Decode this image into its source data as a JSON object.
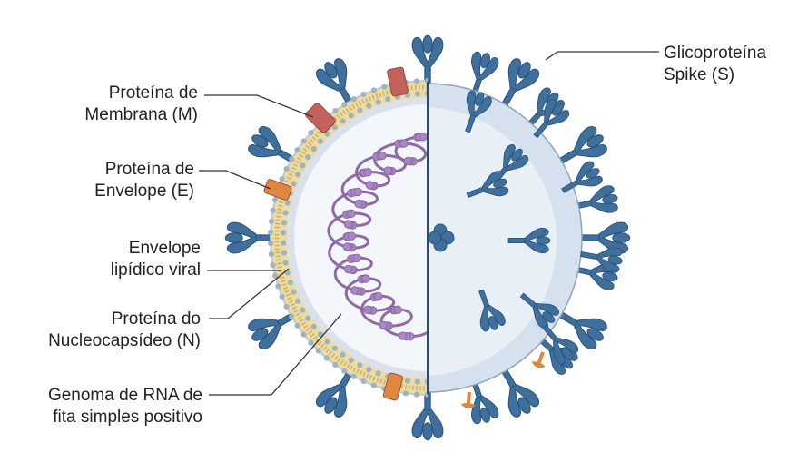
{
  "labels": {
    "membrane_1": "Proteína de",
    "membrane_2": "Membrana (M)",
    "envelope_1": "Proteína de",
    "envelope_2": "Envelope (E)",
    "lipid_1": "Envelope",
    "lipid_2": "lipídico viral",
    "nucleo_1": "Proteína do",
    "nucleo_2": "Nucleocapsídeo (N)",
    "genome_1": "Genoma de RNA de",
    "genome_2": "fita simples positivo",
    "spike_1": "Glicoproteína",
    "spike_2": "Spike (S)"
  },
  "colors": {
    "spike": "#3f6f9c",
    "spike_dark": "#2c5478",
    "membrane_protein": "#c2625a",
    "envelope_protein": "#e0873f",
    "lipid_head": "#eedb9e",
    "lipid_tail": "#c8b070",
    "interior": "#f3f6fa",
    "outer_surface": "#d5e1ee",
    "inner_surface": "#e9eff6",
    "rna_coil": "#8e6aa6",
    "rna_node": "#a888c3",
    "leader": "#333333"
  },
  "icons": {
    "spike": "mushroom-spike-glyph",
    "m_protein": "rounded-rect",
    "e_protein": "rounded-rect"
  }
}
